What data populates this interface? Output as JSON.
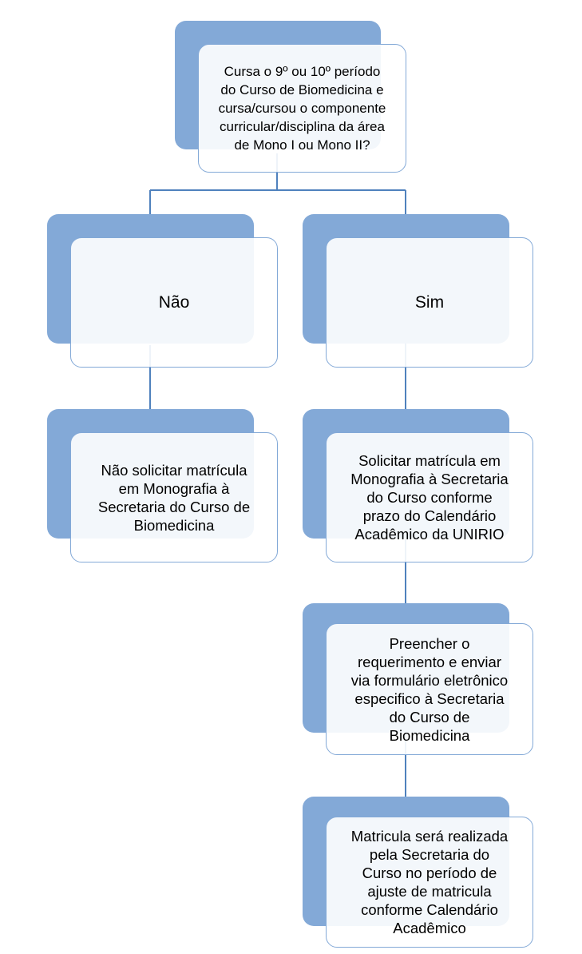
{
  "colors": {
    "accent": "#83a9d7",
    "line": "#4f81bd"
  },
  "question": "Cursa o 9º ou 10º período\ndo Curso de Biomedicina e\ncursa/cursou o componente\ncurricular/disciplina da área\nde Mono I ou Mono II?",
  "branch_no": {
    "label": "Não",
    "steps": [
      "Não solicitar matrícula\nem Monografia à\nSecretaria do Curso de\nBiomedicina"
    ]
  },
  "branch_yes": {
    "label": "Sim",
    "steps": [
      "Solicitar matrícula em\nMonografia à Secretaria\ndo Curso conforme\nprazo do Calendário\nAcadêmico da UNIRIO",
      "Preencher o\nrequerimento e enviar\nvia formulário eletrônico\nespecifico à Secretaria\ndo Curso de\nBiomedicina",
      "Matricula será realizada\npela Secretaria do\nCurso no período de\najuste de matricula\nconforme Calendário\nAcadêmico"
    ]
  }
}
